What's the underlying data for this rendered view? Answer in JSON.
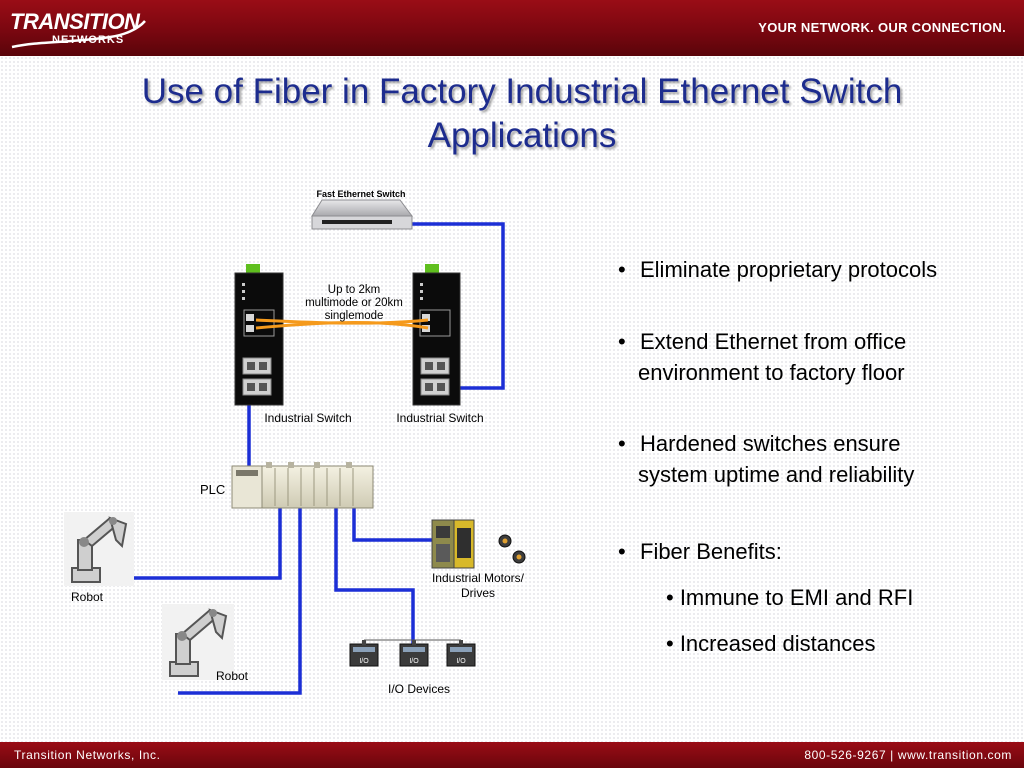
{
  "header": {
    "logo_line1": "TRANSITION",
    "logo_line2": "NETWORKS",
    "tagline": "YOUR NETWORK. OUR CONNECTION."
  },
  "title_line1": "Use of Fiber in Factory Industrial Ethernet Switch",
  "title_line2": "Applications",
  "diagram": {
    "fast_ethernet_switch": "Fast Ethernet Switch",
    "fiber_note": [
      "Up to 2km",
      "multimode or 20km",
      "singlemode"
    ],
    "switch_left_label": "Industrial Switch",
    "switch_right_label": "Industrial Switch",
    "plc_label": "PLC",
    "robot1_label": "Robot",
    "robot2_label": "Robot",
    "motors_label": [
      "Industrial Motors/",
      "Drives"
    ],
    "io_label": "I/O Devices",
    "io_module_text": "I/O"
  },
  "bullets": {
    "b1": "Eliminate proprietary protocols",
    "b2_line1": "Extend Ethernet from office",
    "b2_line2": "environment to factory floor",
    "b3_line1": "Hardened switches ensure",
    "b3_line2": "system uptime and reliability",
    "b4": "Fiber Benefits:",
    "sub1": "• Immune to EMI and RFI",
    "sub2": "• Increased distances"
  },
  "footer": {
    "left": "Transition Networks, Inc.",
    "right": "800-526-9267 | www.transition.com"
  },
  "colors": {
    "header_red": "#8a0a12",
    "title_blue": "#1d2c8e",
    "cable_blue": "#1c2fd6",
    "fiber_orange": "#f59a1c"
  }
}
